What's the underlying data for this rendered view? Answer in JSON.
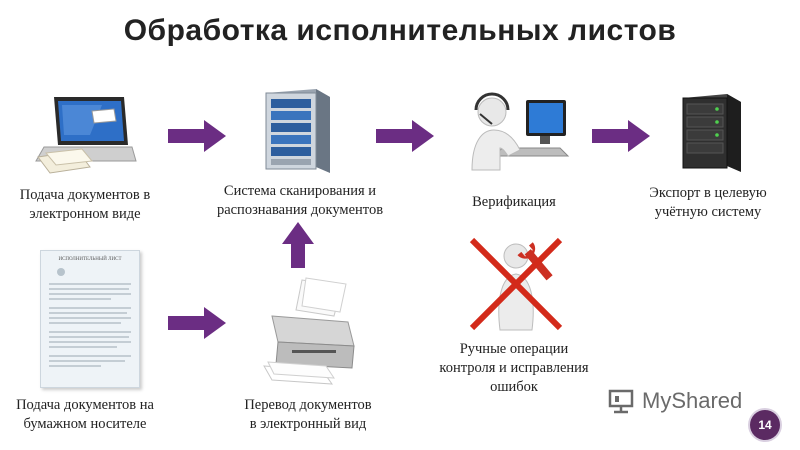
{
  "title": "Обработка исполнительных листов",
  "steps": {
    "electronic_submission": {
      "line1": "Подача документов в",
      "line2": "электронном виде"
    },
    "paper_submission": {
      "line1": "Подача документов на",
      "line2": "бумажном носителе"
    },
    "scanning_system": {
      "line1": "Система сканирования и",
      "line2": "распознавания документов"
    },
    "conversion": {
      "line1": "Перевод документов",
      "line2": "в электронный вид"
    },
    "verification": {
      "line1": "Верификация"
    },
    "manual_ops": {
      "line1": "Ручные операции",
      "line2": "контроля и исправления",
      "line3": "ошибок"
    },
    "export": {
      "line1": "Экспорт в целевую",
      "line2": "учётную систему"
    }
  },
  "document_header": "ИСПОЛНИТЕЛЬНЫЙ ЛИСТ",
  "watermark": "MyShared",
  "page_number": "14",
  "colors": {
    "arrow": "#6b2d83",
    "cross": "#d32a1a",
    "page_badge": "#5b2a62"
  }
}
